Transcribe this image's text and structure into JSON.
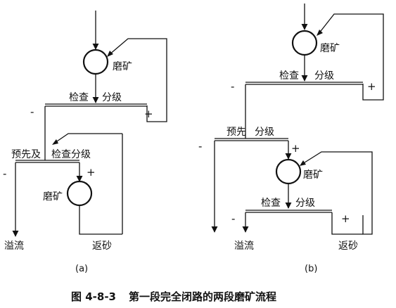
{
  "diagram_a": {
    "mill_top_label": "磨矿",
    "check_classify_label": "检查",
    "classify_label": "分级",
    "minus_1": "-",
    "plus_1": "+",
    "pre_check_label": "预先及",
    "check_classify_2": "检查分级",
    "minus_2": "-",
    "plus_2": "+",
    "mill_bottom_label": "磨矿",
    "overflow_label": "溢流",
    "sand_return_label": "返砂",
    "panel_label": "(a)"
  },
  "diagram_b": {
    "mill_top_label": "磨矿",
    "check_label": "检查",
    "classify_label": "分级",
    "minus_1": "-",
    "plus_1": "+",
    "pre_label": "预先",
    "pre_classify_label": "分级",
    "minus_2": "-",
    "plus_2": "+",
    "mill_bottom_label": "磨矿",
    "check_label_2": "检查",
    "classify_label_2": "分级",
    "minus_3": "-",
    "plus_3": "+",
    "overflow_label": "溢流",
    "sand_return_label": "返砂",
    "panel_label": "(b)"
  },
  "caption": {
    "figure_number": "图 4-8-3",
    "title": "第一段完全闭路的两段磨矿流程"
  }
}
